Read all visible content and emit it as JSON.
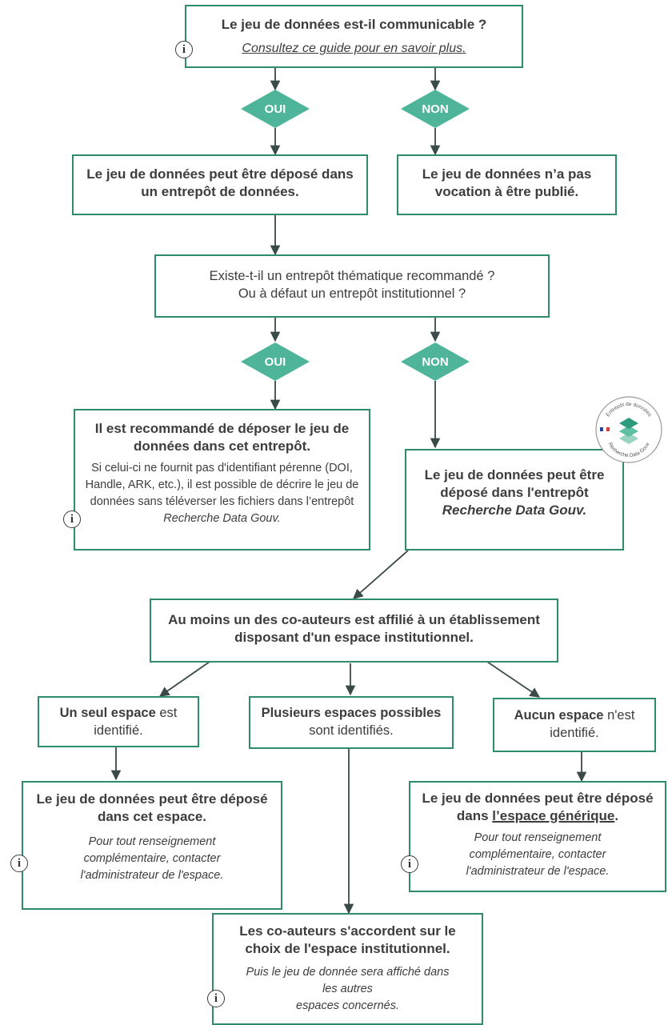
{
  "q1": {
    "title": "Le jeu de données est-il communicable ?",
    "link": "Consultez ce guide pour en savoir plus."
  },
  "q1_oui": "OUI",
  "q1_non": "NON",
  "box_deposable": "Le jeu de données peut être déposé dans un entrepôt de données.",
  "box_no_vocation": "Le jeu de données n’a pas vocation à être publié.",
  "q2": {
    "line1": "Existe-t-il un entrepôt thématique recommandé ?",
    "line2": "Ou à défaut un entrepôt institutionnel ?"
  },
  "q2_oui": "OUI",
  "q2_non": "NON",
  "box_recommended": {
    "title": "Il est recommandé de déposer le jeu de données dans cet entrepôt.",
    "text": "Si celui-ci ne fournit pas d'identifiant pérenne (DOI, Handle, ARK, etc.), il est possible de décrire le jeu de données sans téléverser les fichiers dans l’entrepôt",
    "text_em": "Recherche Data Gouv."
  },
  "box_rdg": {
    "text": "Le jeu de données peut être déposé dans l'entrepôt",
    "text_em": "Recherche Data Gouv."
  },
  "logo": {
    "top": "Entrepôt de données",
    "bottom": "Recherche Data Gouv"
  },
  "q3": "Au moins un des co-auteurs est affilié à un établissement disposant d'un espace institutionnel.",
  "box_one": {
    "bold": "Un seul espace",
    "rest": "est identifié."
  },
  "box_many": {
    "bold": "Plusieurs espaces possibles",
    "rest": "sont identifiés."
  },
  "box_none": {
    "bold": "Aucun espace",
    "rest": "n'est identifié."
  },
  "res_one": {
    "title": "Le jeu de données peut être déposé dans cet espace.",
    "note": "Pour tout renseignement complémentaire, contacter l'administrateur de l'espace."
  },
  "res_none": {
    "title_a": "Le jeu de données peut être déposé dans",
    "title_link": "l’espace générique",
    "title_end": ".",
    "note": "Pour tout renseignement complémentaire, contacter l'administrateur de l'espace."
  },
  "res_many": {
    "title": "Les co-auteurs s'accordent sur le choix de l'espace institutionnel.",
    "note1": "Puis le jeu de donnée sera affiché dans les autres",
    "note2": "espaces concernés."
  },
  "info_glyph": "i"
}
